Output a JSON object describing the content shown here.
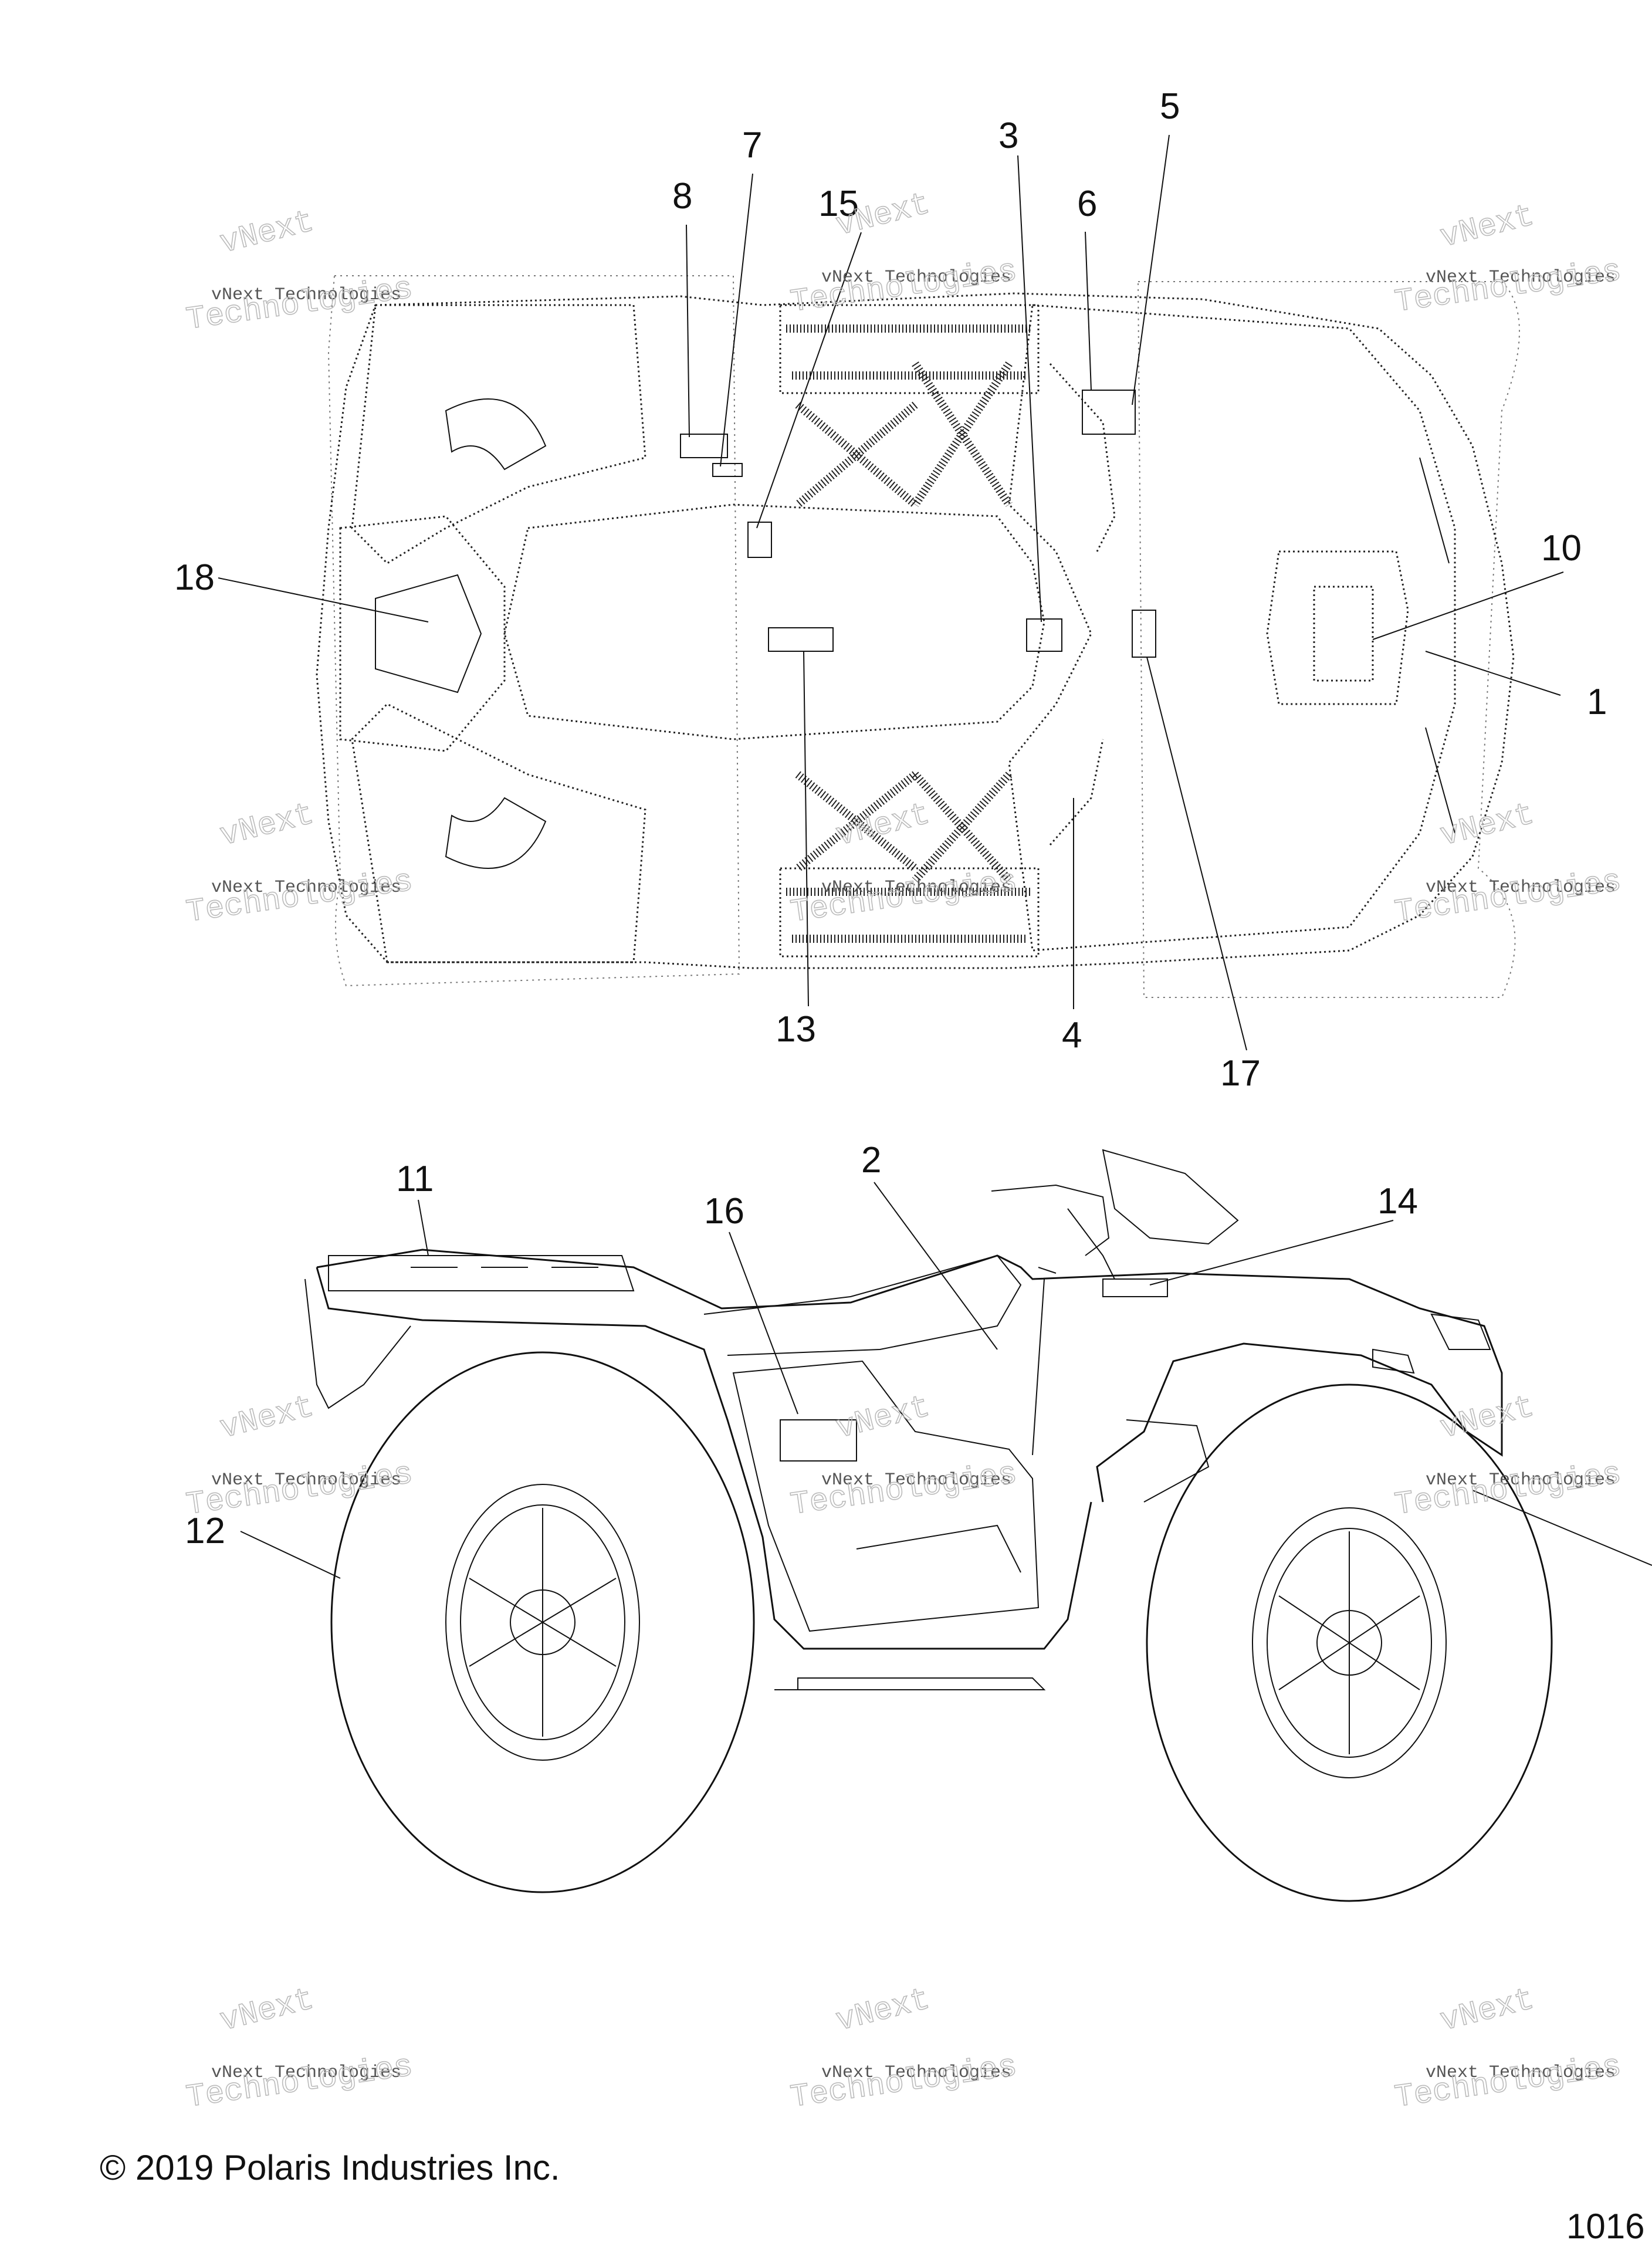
{
  "callouts": [
    {
      "id": "8",
      "label": "8"
    },
    {
      "id": "7",
      "label": "7"
    },
    {
      "id": "15",
      "label": "15"
    },
    {
      "id": "3",
      "label": "3"
    },
    {
      "id": "5",
      "label": "5"
    },
    {
      "id": "6",
      "label": "6"
    },
    {
      "id": "10",
      "label": "10"
    },
    {
      "id": "1",
      "label": "1"
    },
    {
      "id": "18",
      "label": "18"
    },
    {
      "id": "13",
      "label": "13"
    },
    {
      "id": "4",
      "label": "4"
    },
    {
      "id": "17",
      "label": "17"
    },
    {
      "id": "2",
      "label": "2"
    },
    {
      "id": "11",
      "label": "11"
    },
    {
      "id": "16",
      "label": "16"
    },
    {
      "id": "14",
      "label": "14"
    },
    {
      "id": "12",
      "label": "12"
    }
  ],
  "watermark": {
    "line1": "vNext Technologies",
    "line2": "Technologies",
    "line3": "vNext"
  },
  "footer": {
    "copyright": "© 2019 Polaris Industries Inc.",
    "page_number": "1016"
  },
  "colors": {
    "ink": "#111111",
    "background": "#ffffff"
  }
}
